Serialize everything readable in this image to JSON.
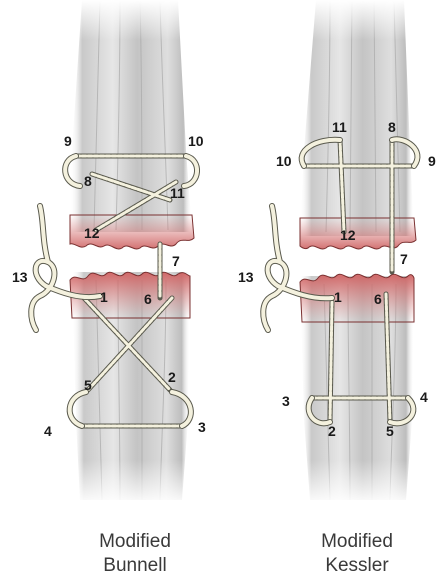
{
  "panels": [
    {
      "caption": [
        "Modified",
        "Bunnell"
      ],
      "labels": [
        "9",
        "10",
        "8",
        "11",
        "12",
        "7",
        "13",
        "1",
        "6",
        "5",
        "2",
        "4",
        "3"
      ]
    },
    {
      "caption": [
        "Modified",
        "Kessler"
      ],
      "labels": [
        "11",
        "8",
        "10",
        "9",
        "12",
        "7",
        "13",
        "1",
        "6",
        "3",
        "2",
        "5",
        "4"
      ]
    }
  ],
  "colors": {
    "tendon_light": "#ededed",
    "tendon_dark": "#b9b9b9",
    "rupture": "#d97a7a",
    "rupture_edge": "#7a3030",
    "suture": "#f4f1de",
    "suture_edge": "#5a5a4e"
  }
}
